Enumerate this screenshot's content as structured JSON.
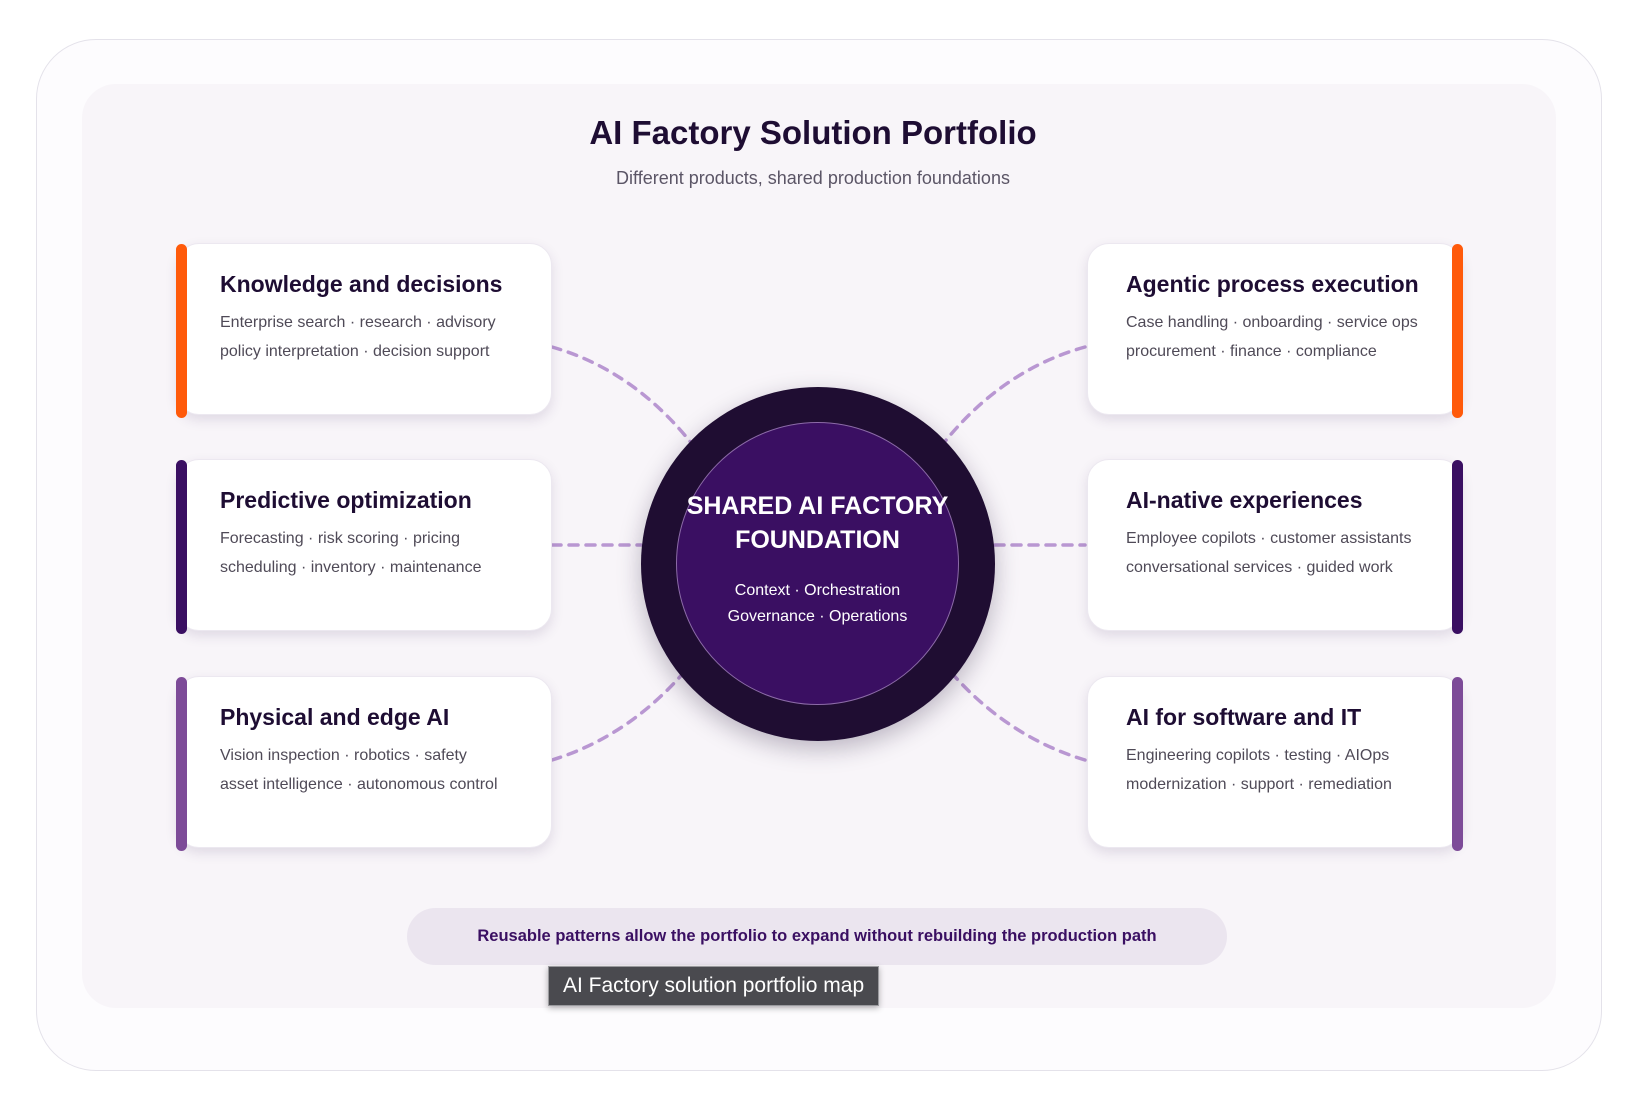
{
  "header": {
    "title": "AI Factory Solution Portfolio",
    "subtitle": "Different products, shared production foundations"
  },
  "colors": {
    "accent_orange": "#ff5a0a",
    "accent_deep_purple": "#3a0f62",
    "accent_light_purple": "#7d4b98",
    "connector": "#b997d2",
    "hub_outer": "#1f0d32",
    "hub_inner": "#3a0f62"
  },
  "cards": [
    {
      "title": "Knowledge and decisions",
      "line1": "Enterprise search · research · advisory",
      "line2": "policy interpretation · decision support"
    },
    {
      "title": "Predictive optimization",
      "line1": "Forecasting · risk scoring · pricing",
      "line2": "scheduling · inventory · maintenance"
    },
    {
      "title": "Physical and edge AI",
      "line1": "Vision inspection · robotics · safety",
      "line2": "asset intelligence · autonomous control"
    },
    {
      "title": "Agentic process execution",
      "line1": "Case handling · onboarding · service ops",
      "line2": "procurement · finance · compliance"
    },
    {
      "title": "AI-native experiences",
      "line1": "Employee copilots · customer assistants",
      "line2": "conversational services · guided work"
    },
    {
      "title": "AI for software and IT",
      "line1": "Engineering copilots · testing · AIOps",
      "line2": "modernization · support · remediation"
    }
  ],
  "hub": {
    "title_line1": "SHARED AI FACTORY",
    "title_line2": "FOUNDATION",
    "sub_line1": "Context · Orchestration",
    "sub_line2": "Governance · Operations"
  },
  "banner": {
    "text": "Reusable patterns allow the portfolio to expand without rebuilding the production path"
  },
  "tooltip": {
    "text": "AI Factory solution portfolio map"
  }
}
